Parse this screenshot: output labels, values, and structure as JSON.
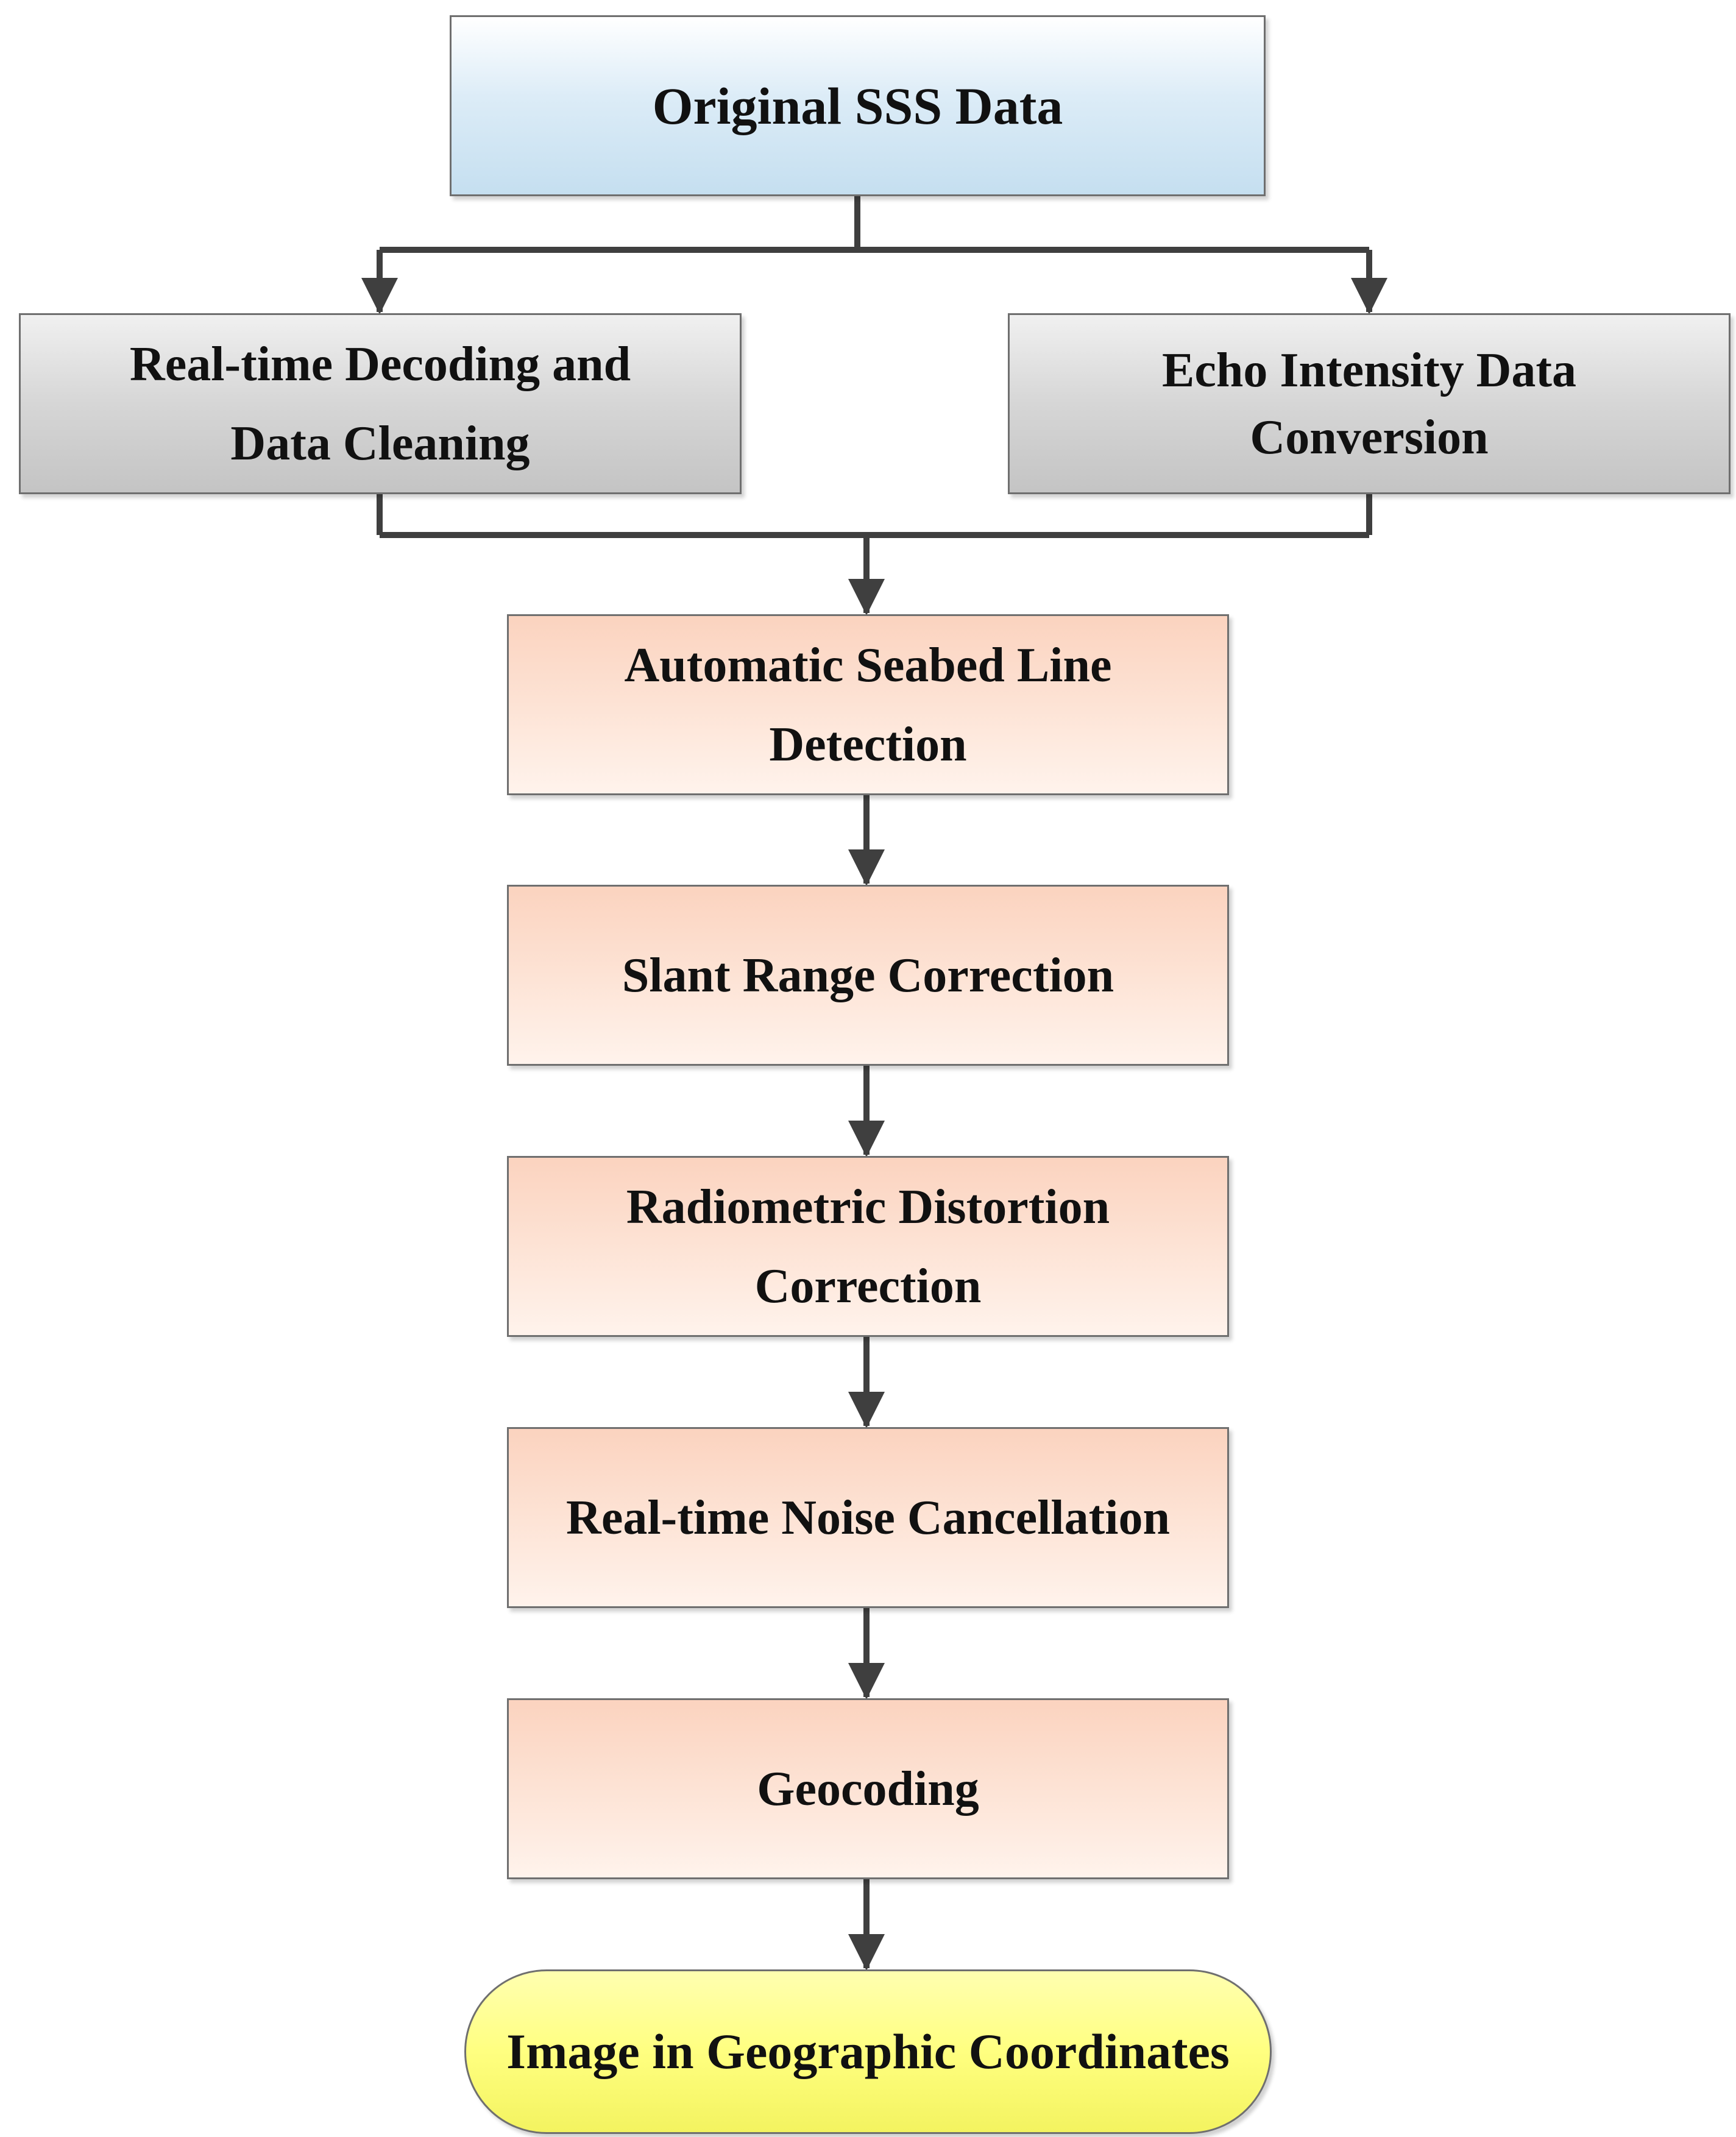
{
  "nodes": {
    "original": "Original SSS Data",
    "decoding": [
      "Real-time Decoding and",
      "Data Cleaning"
    ],
    "echo": [
      "Echo Intensity Data",
      "Conversion"
    ],
    "seabed": [
      "Automatic Seabed Line",
      "Detection"
    ],
    "slant": "Slant Range Correction",
    "radiometric": [
      "Radiometric Distortion",
      "Correction"
    ],
    "noise": "Real-time Noise Cancellation",
    "geocoding": "Geocoding",
    "image": "Image in Geographic Coordinates"
  },
  "colors": {
    "arrow": "#3f3f3f",
    "border": "#6f6f6f",
    "source_fill": "#c5dff0",
    "parallel_fill": "#cfcfcf",
    "step_fill": "#fde3d5",
    "output_fill": "#ffff80"
  }
}
